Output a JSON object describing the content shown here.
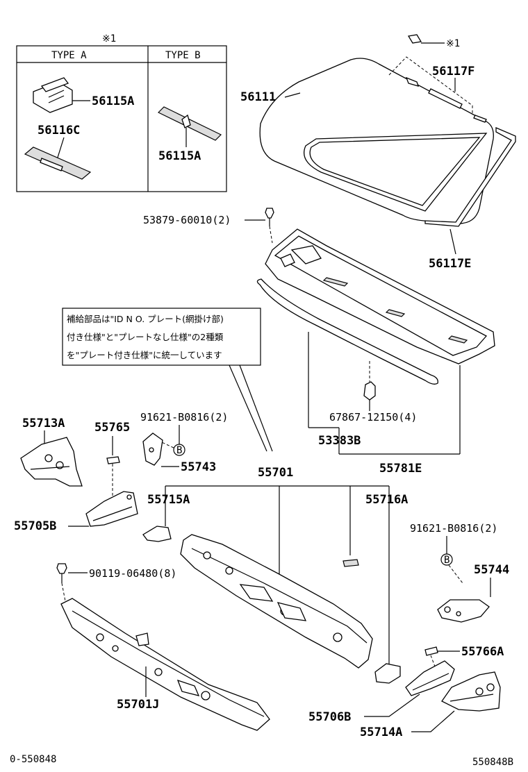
{
  "marker": "※1",
  "inset": {
    "type_a": "TYPE A",
    "type_b": "TYPE B",
    "a_label_1": "56115A",
    "a_label_2": "56116C",
    "b_label": "56115A"
  },
  "labels": {
    "windshield": "56111",
    "moulding_top": "56117F",
    "moulding_side": "56117E",
    "clip_top": "53879-60010(2)",
    "louver_clip": "67867-12150(4)",
    "weatherstrip": "53383B",
    "cowl_louver": "55781E",
    "panel_left_upper": "55713A",
    "bracket_small_left": "55765",
    "bolt_left": "91621-B0816(2)",
    "bracket_left": "55743",
    "cowl_panel": "55701",
    "panel_left_lower": "55705B",
    "brace_left": "55715A",
    "brace_right": "55716A",
    "bolt_right": "91621-B0816(2)",
    "bracket_right": "55744",
    "screw": "90119-06480(8)",
    "small_right": "55766A",
    "cowl_lower": "55701J",
    "panel_right_lower": "55706B",
    "panel_right_upper": "55714A",
    "circle_b_left": "B",
    "circle_b_right": "B"
  },
  "note_lines": [
    "補給部品は\"ID N O. プレート(網掛け部)",
    "付き仕様\"と\"プレートなし仕様\"の2種類",
    "を\"プレート付き仕様\"に統一しています"
  ],
  "footer": {
    "left": "0-550848",
    "right": "550848B"
  }
}
